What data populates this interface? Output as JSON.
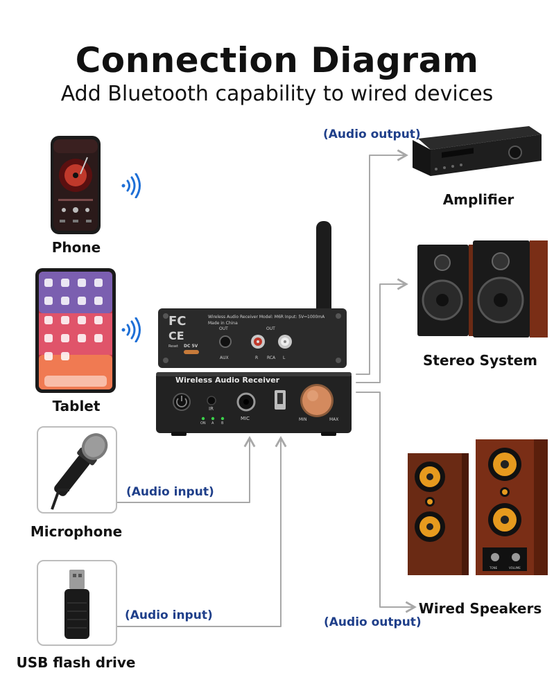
{
  "title": "Connection Diagram",
  "subtitle": "Add Bluetooth capability to wired devices",
  "sources": {
    "phone": "Phone",
    "tablet": "Tablet",
    "microphone": "Microphone",
    "usb": "USB flash drive"
  },
  "outputs": {
    "amplifier": "Amplifier",
    "stereo": "Stereo System",
    "wired": "Wired Speakers"
  },
  "tags": {
    "audio_output_top": "(Audio output)",
    "audio_output_bottom": "(Audio output)",
    "audio_input_mic": "(Audio input)",
    "audio_input_usb": "(Audio input)"
  },
  "receiver": {
    "front_title": "Wireless Audio Receiver",
    "back_text": "Wireless Audio Receiver  Model: M6R  Input: 5V⎓1000mA",
    "made_in": "Made in China",
    "fc": "FC",
    "ce": "CE",
    "dc5v": "DC 5V",
    "reset": "Reset",
    "aux": "AUX",
    "out1": "OUT",
    "out2": "OUT",
    "rca": "RCA",
    "r": "R",
    "l": "L",
    "ir": "IR",
    "mic": "MIC",
    "min": "MIN",
    "max": "MAX",
    "on": "ON",
    "a": "A",
    "b": "B"
  },
  "speakers": {
    "tone": "TONE",
    "volume": "VOLUME"
  },
  "colors": {
    "accent": "#1f3f8a",
    "bluetooth": "#1e6fd6",
    "wire": "#a8a8a8",
    "wood": "#7a2e16",
    "copper": "#d48a5e"
  },
  "icons": [
    "bluetooth-wave-icon",
    "arrow-right-icon",
    "arrow-up-icon"
  ]
}
